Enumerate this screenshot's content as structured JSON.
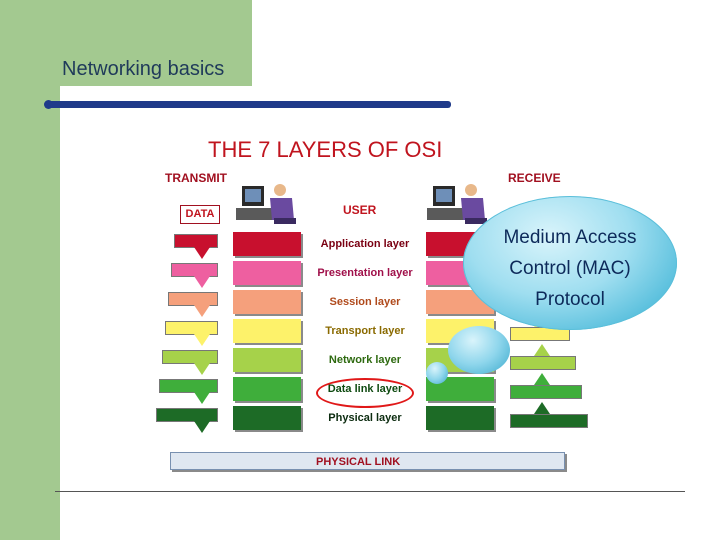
{
  "slide": {
    "title": "Networking basics"
  },
  "diagram": {
    "title": "THE 7 LAYERS OF OSI",
    "transmit_label": "TRANSMIT",
    "receive_label": "RECEIVE",
    "data_label": "DATA",
    "user_label": "USER",
    "physical_link_label": "PHYSICAL LINK",
    "layers": [
      {
        "name": "Application layer",
        "color": "#c8102e",
        "text_color": "#7a0012"
      },
      {
        "name": "Presentation layer",
        "color": "#ee5fa0",
        "text_color": "#a0104a"
      },
      {
        "name": "Session layer",
        "color": "#f5a07c",
        "text_color": "#b04a1c"
      },
      {
        "name": "Transport layer",
        "color": "#fdf26a",
        "text_color": "#8a6a00"
      },
      {
        "name": "Network layer",
        "color": "#a6d24a",
        "text_color": "#2e6a10"
      },
      {
        "name": "Data link layer",
        "color": "#3fae3b",
        "text_color": "#0e4a10"
      },
      {
        "name": "Physical layer",
        "color": "#1d6b26",
        "text_color": "#0c2c10"
      }
    ],
    "highlighted_layer": "Data link layer",
    "callout": {
      "lines": [
        "Medium Access",
        "Control (MAC)",
        "Protocol"
      ]
    }
  },
  "icons": [
    "computer-user-icon",
    "down-arrow-icon",
    "up-arrow-icon"
  ]
}
